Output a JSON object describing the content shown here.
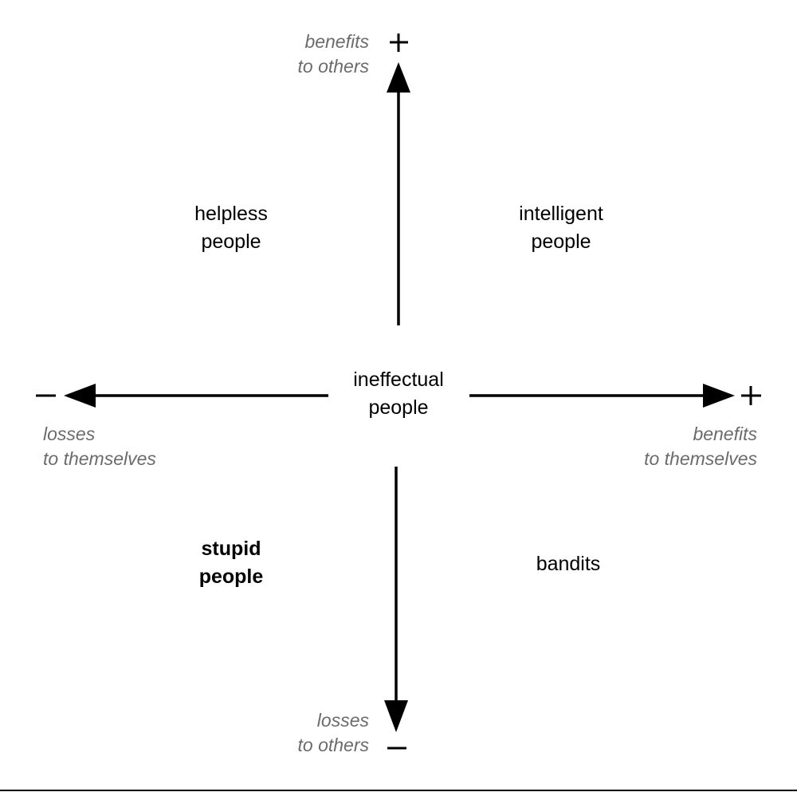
{
  "quadrants": {
    "helpless": [
      "helpless",
      "people"
    ],
    "intelligent": [
      "intelligent",
      "people"
    ],
    "ineffectual": [
      "ineffectual",
      "people"
    ],
    "stupid": [
      "stupid",
      "people"
    ],
    "bandits": [
      "bandits"
    ]
  },
  "axes": {
    "top": [
      "benefits",
      "to others"
    ],
    "bottom": [
      "losses",
      "to others"
    ],
    "left": [
      "losses",
      "to themselves"
    ],
    "right": [
      "benefits",
      "to themselves"
    ]
  },
  "colors": {
    "ink": "#000000",
    "axis_label": "#6b6b6b",
    "background": "#ffffff"
  }
}
